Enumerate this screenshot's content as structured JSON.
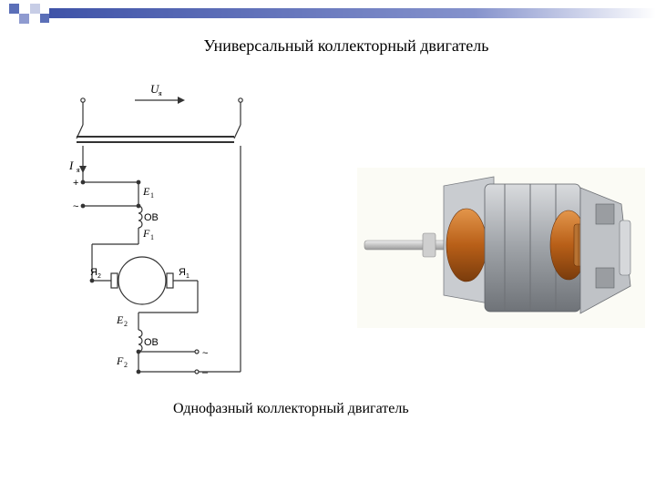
{
  "slide": {
    "title": "Универсальный коллекторный двигатель",
    "caption": "Однофазный коллекторный двигатель"
  },
  "schematic": {
    "voltage_label": "U",
    "voltage_sub": "я",
    "current_label": "I",
    "current_sub": "я",
    "plus_label": "+",
    "tilde_label": "~",
    "minus_label": "–",
    "e1": "E",
    "e1_sub": "1",
    "f1": "F",
    "f1_sub": "1",
    "e2": "E",
    "e2_sub": "2",
    "f2": "F",
    "f2_sub": "2",
    "ov1": "ОВ",
    "ov2": "ОВ",
    "ya2": "Я",
    "ya2_sub": "2",
    "ya1": "Я",
    "ya1_sub": "1"
  },
  "colors": {
    "deco_blue": "#5b6fb8",
    "deco_light": "#c7cde6",
    "wire": "#333333",
    "copper": "#c06a22",
    "steel": "#a8abaf"
  }
}
